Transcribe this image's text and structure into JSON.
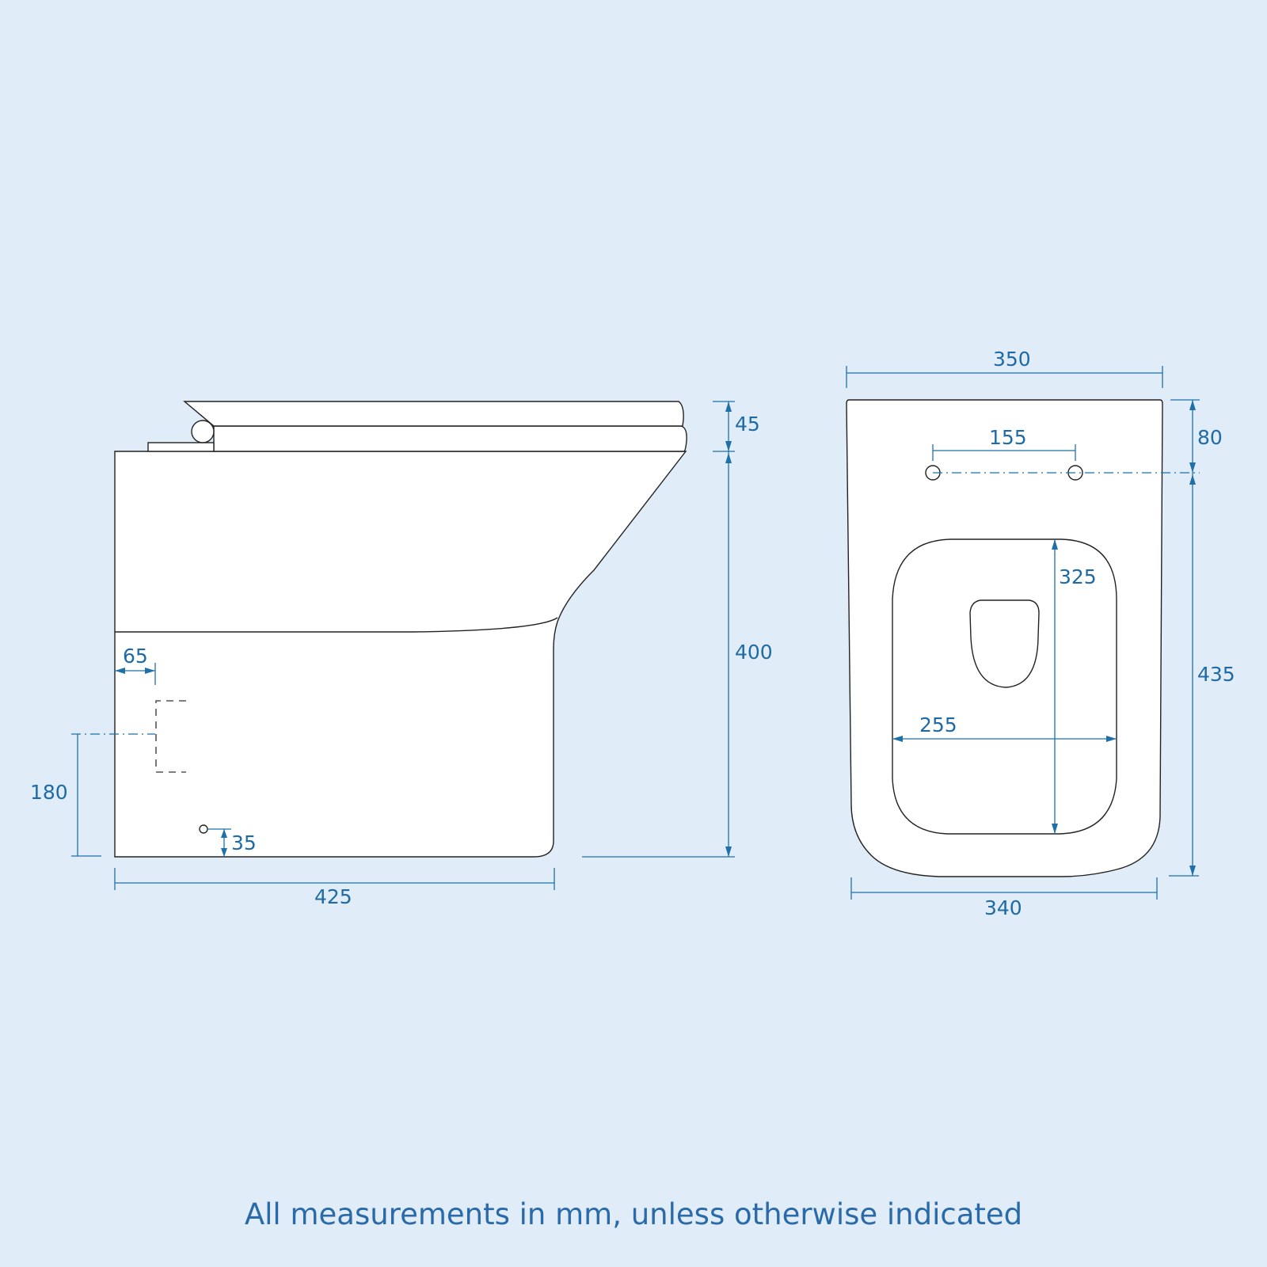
{
  "diagram": {
    "type": "technical-dimension-drawing",
    "subject": "back-to-wall toilet",
    "views": [
      {
        "name": "side-view",
        "dimensions": {
          "seat_thickness": "45",
          "pan_height": "400",
          "waste_offset": "65",
          "waste_centre_height": "180",
          "fixing_hole_height": "35",
          "projection": "425"
        }
      },
      {
        "name": "top-view",
        "dimensions": {
          "top_width": "350",
          "fixing_hole_spacing": "155",
          "fixing_hole_from_back": "80",
          "bowl_length": "325",
          "bowl_width": "255",
          "length_from_fixing": "435",
          "base_width": "340"
        }
      }
    ]
  },
  "footer": {
    "note": "All measurements in mm, unless otherwise indicated"
  },
  "colors": {
    "background": "#e0edf9",
    "dimension": "#1f70a8",
    "outline": "#222222",
    "fill": "#ffffff"
  }
}
